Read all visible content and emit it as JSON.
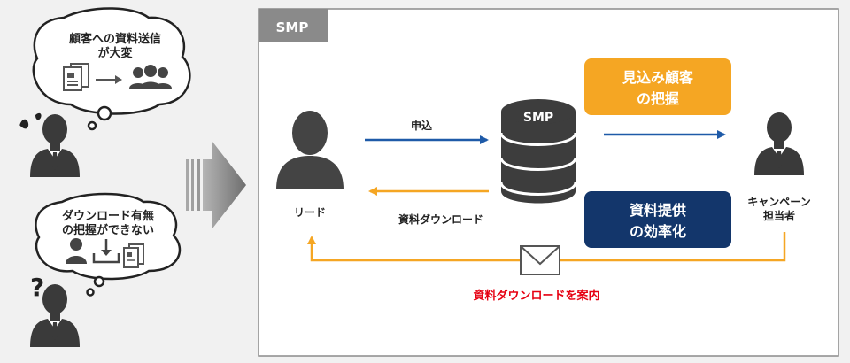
{
  "left": {
    "bubble1": {
      "line1": "顧客への資料送信",
      "line2": "が大変"
    },
    "bubble2": {
      "line1": "ダウンロード有無",
      "line2": "の把握ができない"
    }
  },
  "smp_panel": {
    "tab_label": "SMP",
    "database_label": "SMP",
    "lead_label": "リード",
    "staff_label_line1": "キャンペーン",
    "staff_label_line2": "担当者",
    "arrow_apply_label": "申込",
    "arrow_download_label": "資料ダウンロード",
    "bottom_label": "資料ダウンロードを案内",
    "badge_orange": {
      "line1": "見込み顧客",
      "line2": "の把握"
    },
    "badge_navy": {
      "line1": "資料提供",
      "line2": "の効率化"
    }
  },
  "colors": {
    "blue_arrow": "#1e5aa8",
    "yellow_arrow": "#f5a623",
    "orange_badge": "#f5a623",
    "navy_badge": "#13366b",
    "red_text": "#e60012",
    "tab_gray": "#8a8a8a"
  }
}
